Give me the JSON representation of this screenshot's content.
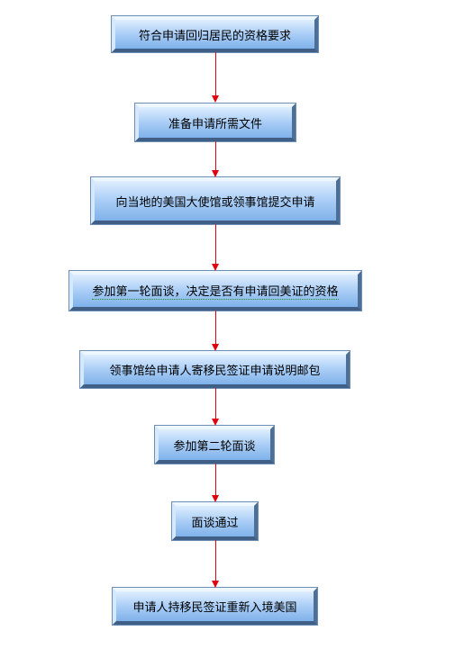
{
  "steps": {
    "step1": "符合申请回归居民的资格要求",
    "step2": "准备申请所需文件",
    "step3": "向当地的美国大使馆或领事馆提交申请",
    "step4": "参加第一轮面谈，决定是否有申请回美证的资格",
    "step5": "领事馆给申请人寄移民签证申请说明邮包",
    "step6": "参加第二轮面谈",
    "step7": "面谈通过",
    "step8": "申请人持移民签证重新入境美国"
  },
  "colors": {
    "arrow": "#e0000f",
    "box_fill": "#a9cdf6",
    "box_border_dark": "#3f5f86"
  }
}
